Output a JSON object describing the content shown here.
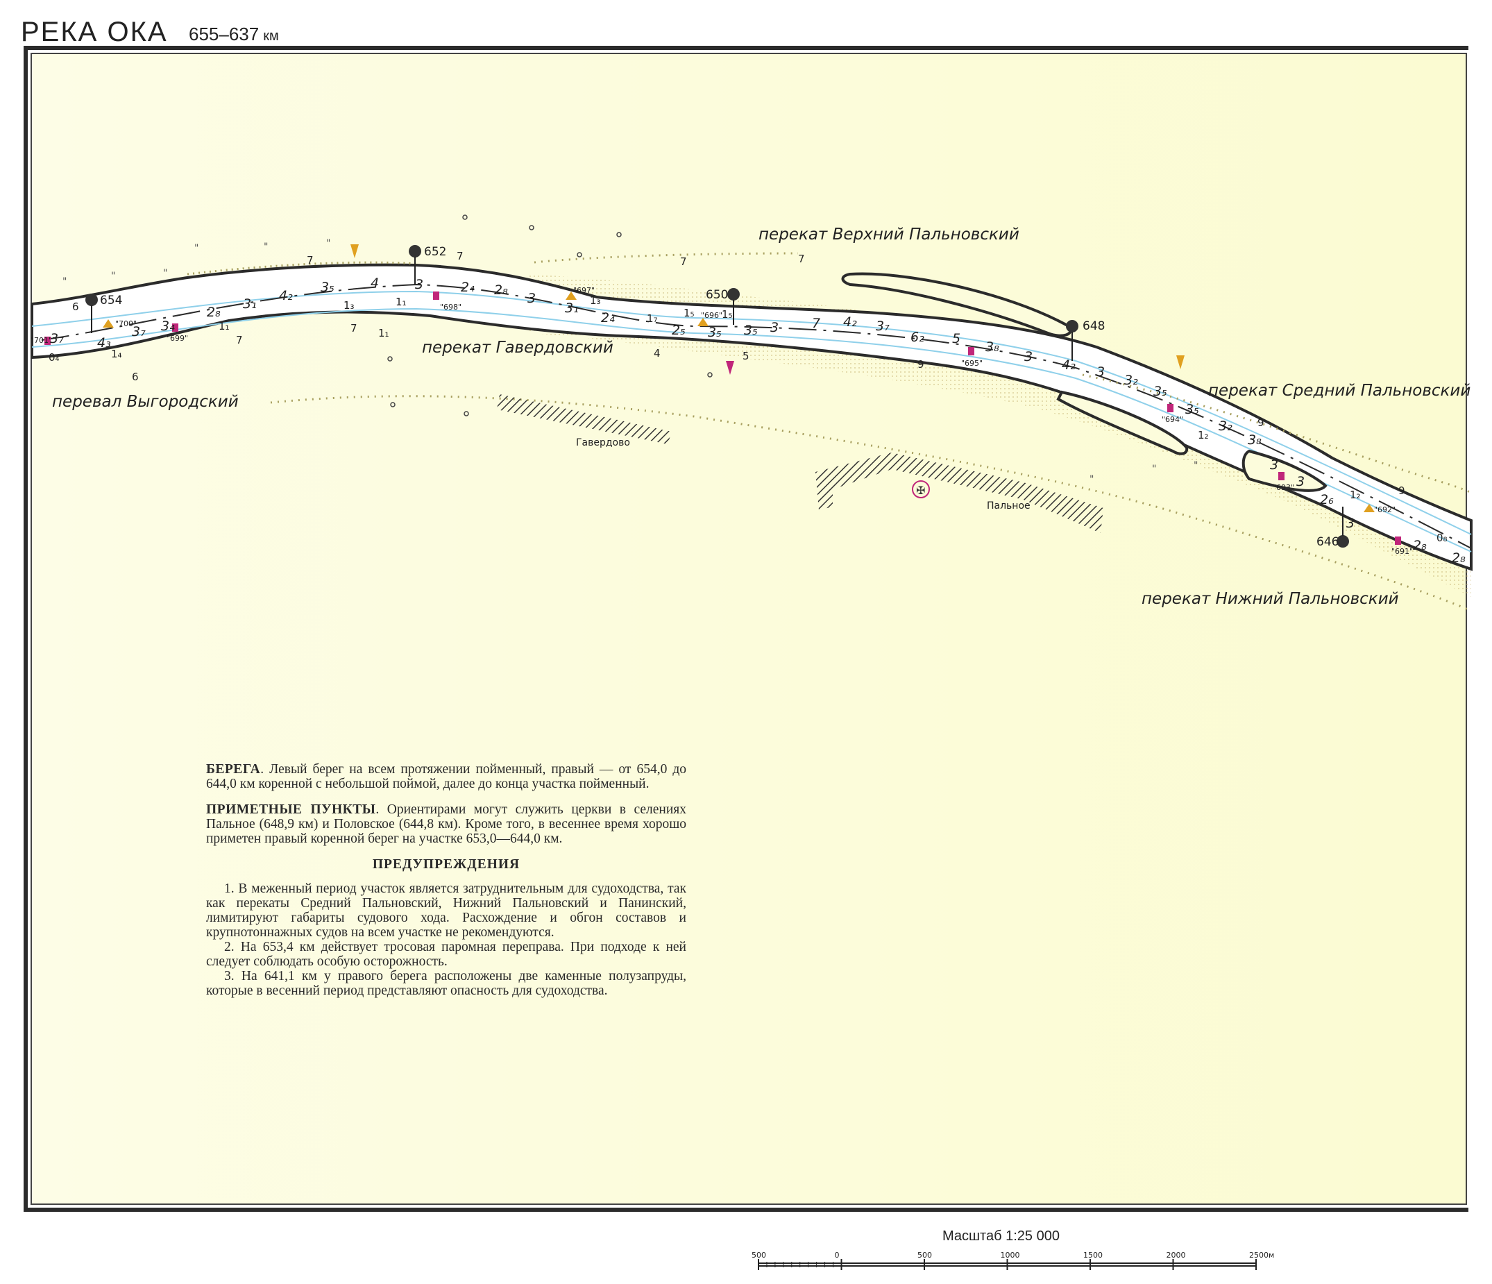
{
  "header": {
    "title": "РЕКА ОКА",
    "range": "655–637",
    "unit": "км"
  },
  "colors": {
    "paper": "#fcfcdc",
    "water": "#ffffff",
    "channel_line": "#8fd0ea",
    "shore": "#2b2b2b",
    "hatch": "#a8a060",
    "buoy_red": "#c0267a",
    "buoy_yellow": "#e0a020"
  },
  "map": {
    "reach_labels": [
      "перекат Верхний Пальновский",
      "перекат Гавердовский",
      "перевал Выгородский",
      "перекат Средний Пальновский",
      "перекат Нижний Пальновский"
    ],
    "settlements": [
      "Гавердово",
      "Пальное"
    ],
    "km_marks": [
      "654",
      "652",
      "650",
      "648",
      "646"
    ],
    "buoys": [
      "\"701\"",
      "\"700\"",
      "\"699\"",
      "\"698\"",
      "\"697\"",
      "\"696\"",
      "\"695\"",
      "\"694\"",
      "\"693\"",
      "\"692\"",
      "\"691\""
    ],
    "depths_top": [
      "3₇",
      "4₃",
      "3₇",
      "3₄",
      "2₈",
      "3₁",
      "4₂",
      "3₅",
      "4",
      "3",
      "2₄",
      "2₈",
      "3",
      "3₁",
      "2₄",
      "2₅",
      "3₅",
      "3₅",
      "3",
      "7",
      "4₂",
      "3₇",
      "6₂",
      "5",
      "3₈",
      "3",
      "4₂",
      "3",
      "3₂",
      "3₅",
      "3₅",
      "3₂",
      "3₈",
      "3",
      "3",
      "2₆",
      "3",
      "2₈",
      "2₈"
    ],
    "depths_bank": [
      "6",
      "7",
      "7",
      "7",
      "0₄",
      "1₄",
      "6",
      "1₁",
      "7",
      "1₃",
      "1₁",
      "7",
      "1₁",
      "1₃",
      "1₇",
      "1₅",
      "1₅",
      "4",
      "5",
      "7",
      "9",
      "9",
      "1₂",
      "1₂",
      "9",
      "0₈"
    ]
  },
  "text": {
    "banks_head": "БЕРЕГА",
    "banks_body": ". Левый берег на всем протяжении пойменный, правый — от 654,0 до 644,0 км коренной с небольшой поймой, далее до конца участка пойменный.",
    "points_head": "ПРИМЕТНЫЕ ПУНКТЫ",
    "points_body": ". Ориентирами могут служить церкви в селениях Пальное (648,9 км) и Половское (644,8 км). Кроме того, в весеннее время хорошо приметен правый коренной берег на участке 653,0—644,0 км.",
    "warn_title": "ПРЕДУПРЕЖДЕНИЯ",
    "warn1": "1. В меженный период участок является затруднительным для судоходства, так как перекаты Средний Пальновский, Нижний Пальновский и Панинский, лимитируют габариты судового хода. Расхождение и обгон составов и крупнотоннажных судов на всем участке не рекомендуются.",
    "warn2": "2. На 653,4 км действует тросовая паромная переправа. При подходе к ней следует соблюдать особую осторожность.",
    "warn3": "3. На 641,1 км у правого берега расположены две каменные полузапруды, которые в весенний период представляют опасность для судоходства."
  },
  "scale": {
    "label": "Масштаб  1:25 000",
    "ticks": [
      "500",
      "0",
      "500",
      "1000",
      "1500",
      "2000",
      "2500м"
    ]
  }
}
